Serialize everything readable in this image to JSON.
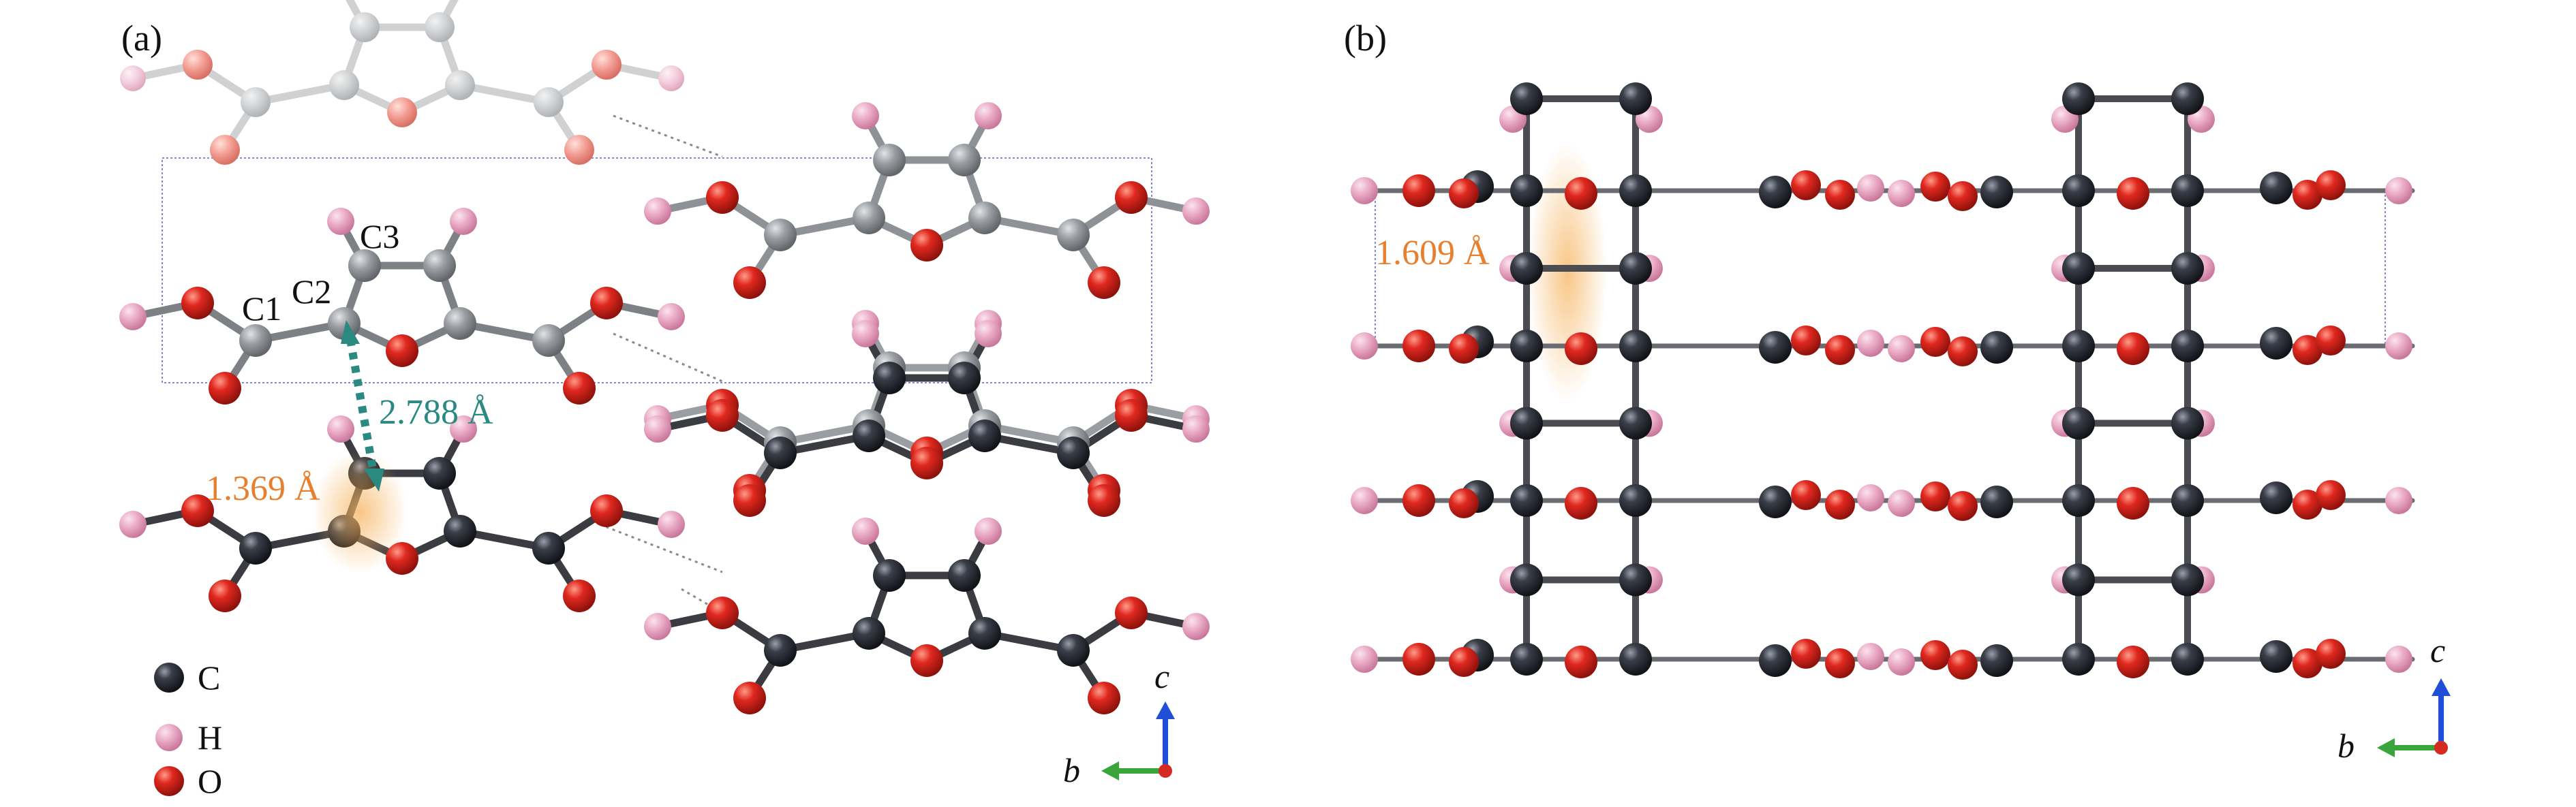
{
  "panels": {
    "a": {
      "label": "(a)",
      "atom_labels": [
        "C1",
        "C2",
        "C3"
      ],
      "distance_label": "2.788 Å",
      "bond_label": "1.369 Å",
      "legend": [
        {
          "symbol": "C",
          "color": "#23252d"
        },
        {
          "symbol": "H",
          "color": "#e6a3bd"
        },
        {
          "symbol": "O",
          "color": "#d52a22"
        }
      ],
      "axes": {
        "vertical": "c",
        "horizontal": "b"
      }
    },
    "b": {
      "label": "(b)",
      "bond_label": "1.609 Å",
      "axes": {
        "vertical": "c",
        "horizontal": "b"
      }
    }
  },
  "colors": {
    "carbon": "#23252d",
    "carbon_grey": "#8b8f93",
    "hydrogen": "#e6a3bd",
    "oxygen": "#d52a22",
    "bond": "#4a4c52",
    "cell": "#8a86d6",
    "distance_teal": "#2a8a82",
    "bond_orange": "#e87f2c",
    "axis_blue": "#1f4fd6",
    "axis_green": "#3aa53a"
  }
}
